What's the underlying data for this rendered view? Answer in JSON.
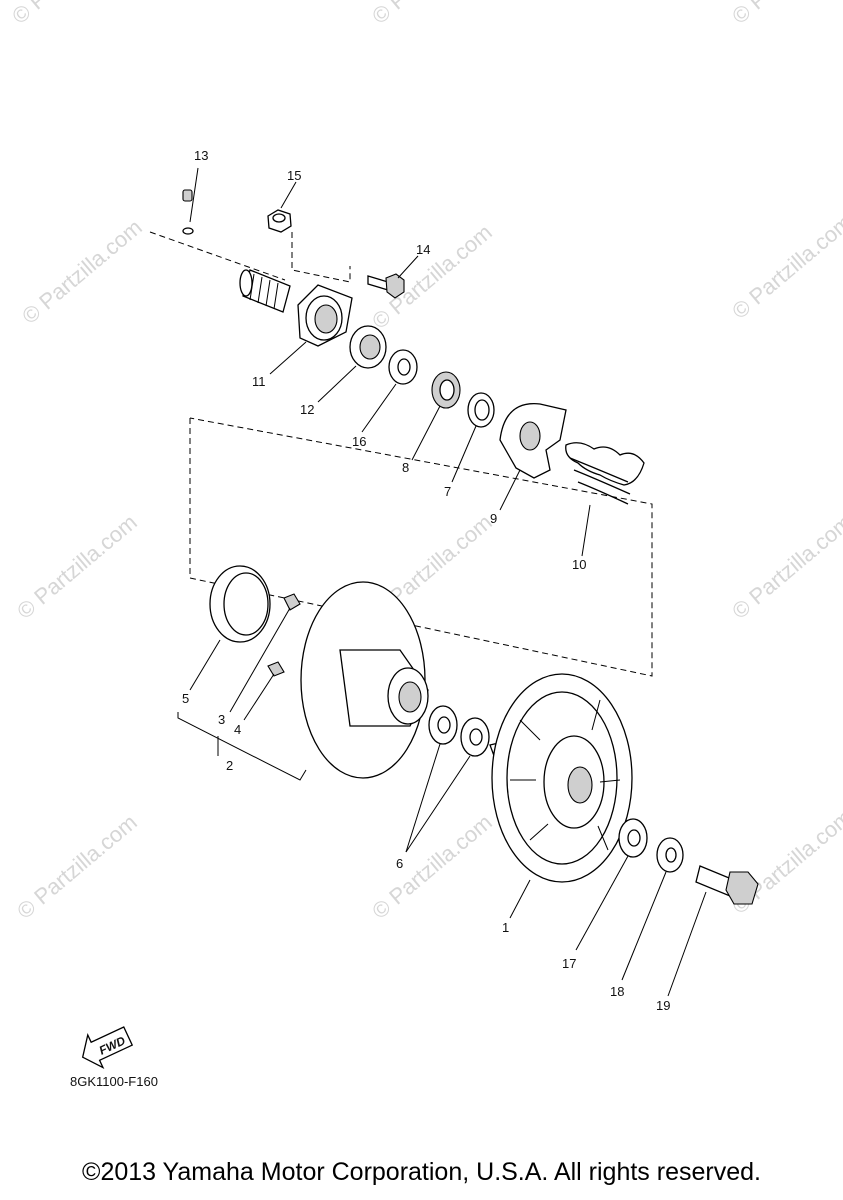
{
  "watermark": "© Partzilla.com",
  "figure_code": "8GK1100-F160",
  "fwd_label": "FWD",
  "copyright": "©2013 Yamaha Motor Corporation, U.S.A. All rights reserved.",
  "callouts": [
    "1",
    "2",
    "3",
    "4",
    "5",
    "6",
    "7",
    "8",
    "9",
    "10",
    "11",
    "12",
    "13",
    "14",
    "15",
    "16",
    "17",
    "18",
    "19"
  ]
}
